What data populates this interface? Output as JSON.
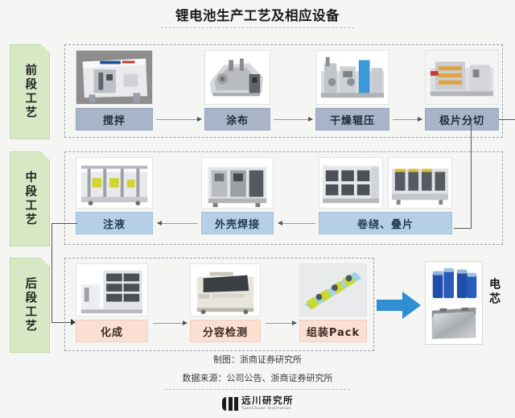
{
  "title": "锂电池生产工艺及相应设备",
  "stages": [
    {
      "id": "front",
      "label": "前段工艺"
    },
    {
      "id": "middle",
      "label": "中段工艺"
    },
    {
      "id": "back",
      "label": "后段工艺"
    }
  ],
  "rows": {
    "row1": {
      "steps": [
        {
          "label": "搅拌",
          "equipment": "mixer-machine"
        },
        {
          "label": "涂布",
          "equipment": "coating-machine"
        },
        {
          "label": "干燥辊压",
          "equipment": "drying-roller-press"
        },
        {
          "label": "极片分切",
          "equipment": "electrode-slitting-machine"
        }
      ],
      "flow": "left-to-right",
      "label_color": "#aab4c8"
    },
    "row2": {
      "steps": [
        {
          "label": "注液",
          "equipment": "electrolyte-filling-machine"
        },
        {
          "label": "外壳焊接",
          "equipment": "shell-welding-machine"
        },
        {
          "label": "卷绕、叠片",
          "equipment": "winding-stacking-machine"
        }
      ],
      "flow": "right-to-left",
      "label_color": "#b4cfe6"
    },
    "row3": {
      "steps": [
        {
          "label": "化成",
          "equipment": "formation-machine"
        },
        {
          "label": "分容检测",
          "equipment": "capacity-grading-tester"
        },
        {
          "label": "组装Pack",
          "equipment": "pack-assembly-line"
        }
      ],
      "flow": "left-to-right",
      "label_color": "#fadfd2"
    }
  },
  "output": {
    "label": "电芯",
    "items": [
      "cylindrical-cells",
      "prismatic-cell"
    ]
  },
  "footer": {
    "credit": "制图：浙商证券研究所",
    "source": "数据来源：公司公告、浙商证券研究所",
    "logo_cn": "远川研究所",
    "logo_en": "YuanChuan Institution"
  },
  "colors": {
    "background": "#f5f5f3",
    "stage_label": "#d7e8c5",
    "row1_box": "#aab4c8",
    "row2_box": "#b4cfe6",
    "row3_box": "#fadfd2",
    "big_arrow": "#2f8fd0",
    "dash_border": "#9aa2ae"
  }
}
